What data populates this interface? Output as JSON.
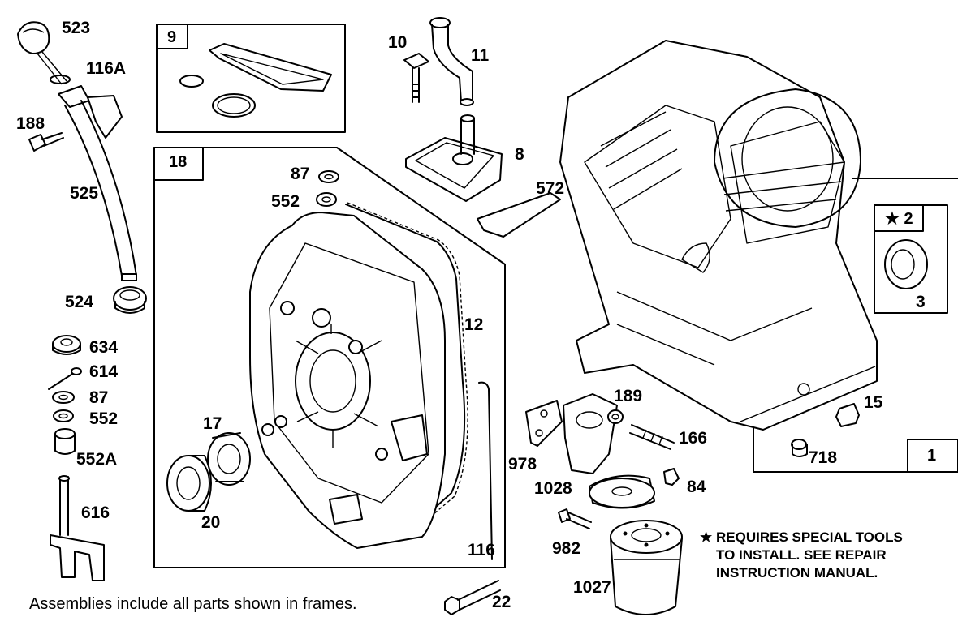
{
  "frames": {
    "frame_9": "9",
    "frame_18": "18",
    "frame_1": "1",
    "frame_2": "2"
  },
  "labels": {
    "p523": "523",
    "p116A": "116A",
    "p188": "188",
    "p525": "525",
    "p524": "524",
    "p634": "634",
    "p614": "614",
    "p87_left": "87",
    "p552_left": "552",
    "p552A": "552A",
    "p616": "616",
    "p10": "10",
    "p11": "11",
    "p8": "8",
    "p572": "572",
    "p87_top": "87",
    "p552_top": "552",
    "p12": "12",
    "p17": "17",
    "p20": "20",
    "p116": "116",
    "p22": "22",
    "p189": "189",
    "p166": "166",
    "p978": "978",
    "p1028": "1028",
    "p84": "84",
    "p982": "982",
    "p1027": "1027",
    "p3": "3",
    "p15": "15",
    "p718": "718"
  },
  "star_symbol": "★",
  "note_lines": [
    "REQUIRES SPECIAL TOOLS",
    "TO INSTALL.  SEE REPAIR",
    "INSTRUCTION MANUAL."
  ],
  "footer": "Assemblies include all parts shown in frames."
}
